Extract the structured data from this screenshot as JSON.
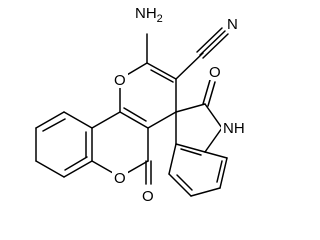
{
  "molecule": {
    "atoms": {
      "amine": "NH",
      "amine_subscript": "2",
      "nitrile_n": "N",
      "pyran_o": "O",
      "lactone_ring_o": "O",
      "lactone_carbonyl_o": "O",
      "oxindole_carbonyl_o": "O",
      "oxindole_nh": "NH"
    }
  }
}
